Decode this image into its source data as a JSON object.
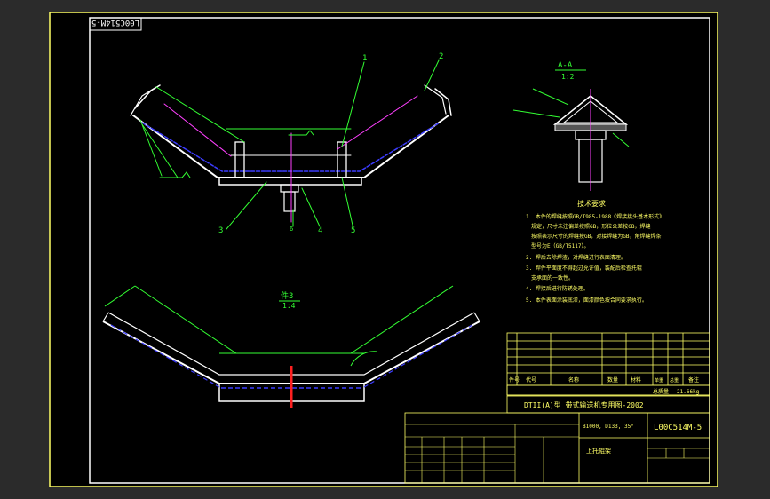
{
  "drawing_number_rotated": "L00C514M-5",
  "section_label": "A-A",
  "section_scale": "1:2",
  "detail_label": "件3",
  "detail_scale": "1:4",
  "part_callouts": [
    "1",
    "2",
    "3",
    "4",
    "5",
    "6"
  ],
  "tech_title": "技术要求",
  "tech_notes": [
    "1. 本件的焊缝按照GB/T985-1988《焊接接头基本形式》",
    "规定，尺寸未注偏差按照GB，形位公差按GB，焊缝",
    "按照表示尺寸的焊缝按GB，对接焊缝为GB，角焊缝焊条",
    "型号为E（GB/T5117）。",
    "2. 焊后去除焊渣，对焊缝进行表面清理。",
    "3. 焊件平面度不得超过允许值，装配后检查托辊",
    "支承面的一致性。",
    "4. 焊接后进行防锈处理。",
    "5. 本件表面涂装底漆，面漆颜色按合同要求执行。"
  ],
  "title_block": {
    "product_title": "DTII(A)型 带式输送机专用图-2002",
    "drawing_number": "L00C514M-5",
    "spec": "B1000, D133, 35°",
    "part_name": "上托辊架",
    "mass_label": "总质量",
    "mass_value": "21.66kg",
    "col_headers": [
      "件号",
      "代号",
      "名称",
      "数量",
      "材料",
      "单重",
      "总重",
      "备注"
    ]
  },
  "colors": {
    "paper": "#000000",
    "outline": "#ffffff",
    "centerline": "#ff40ff",
    "hidden": "#3c3cff",
    "dimension": "#33ff33",
    "table_text": "#ffff66",
    "cut": "#ff2020"
  }
}
